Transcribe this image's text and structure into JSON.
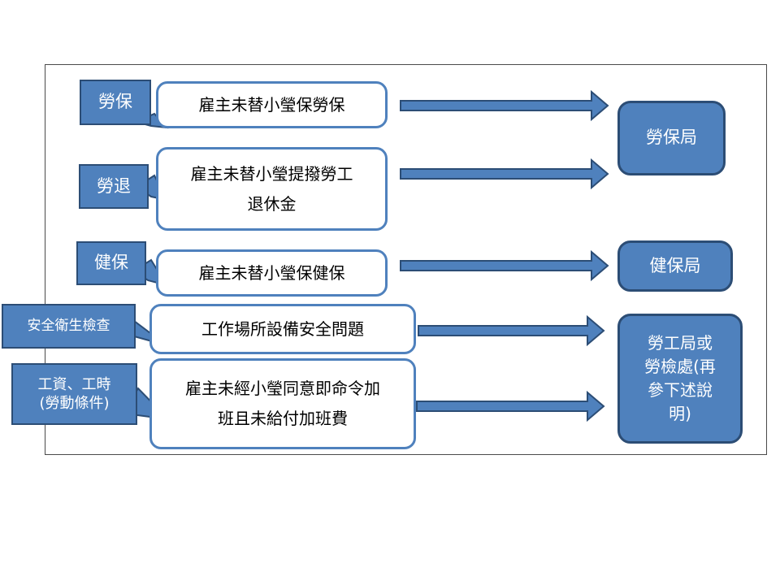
{
  "colors": {
    "fill": "#4f81bd",
    "stroke": "#2c4d75",
    "text_on_fill": "#ffffff",
    "frame": "#4a4a4a"
  },
  "rows": [
    {
      "tag": "勞保",
      "description": "雇主未替小瑩保勞保"
    },
    {
      "tag": "勞退",
      "description": "雇主未替小瑩提撥勞工\n退休金"
    },
    {
      "tag": "健保",
      "description": "雇主未替小瑩保健保"
    },
    {
      "tag": "安全衛生檢查",
      "description": "工作場所設備安全問題"
    },
    {
      "tag": "工資、工時\n(勞動條件)",
      "description": "雇主未經小瑩同意即命令加\n班且未給付加班費"
    }
  ],
  "agencies": [
    {
      "label": "勞保局"
    },
    {
      "label": "健保局"
    },
    {
      "label": "勞工局或\n勞檢處(再\n參下述說\n明)"
    }
  ],
  "arrows": [
    {
      "from": "rows.0",
      "to": "agencies.0"
    },
    {
      "from": "rows.1",
      "to": "agencies.0"
    },
    {
      "from": "rows.2",
      "to": "agencies.1"
    },
    {
      "from": "rows.3",
      "to": "agencies.2"
    },
    {
      "from": "rows.4",
      "to": "agencies.2"
    }
  ]
}
